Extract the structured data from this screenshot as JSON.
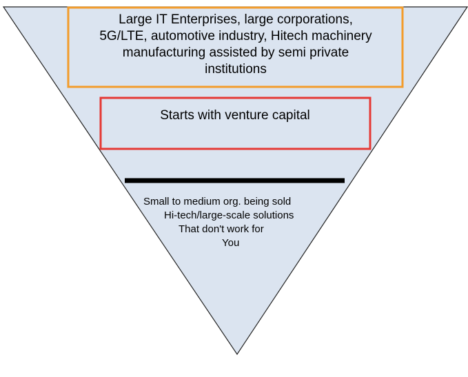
{
  "diagram": {
    "colors": {
      "triangle_fill": "#dbe4f0",
      "triangle_stroke": "#222222",
      "top_box_border": "#f39c2b",
      "mid_box_border": "#e53935",
      "divider": "#000000"
    },
    "top_box": {
      "lines": [
        "Large IT Enterprises, large corporations,",
        "5G/LTE, automotive industry, Hitech machinery",
        "manufacturing assisted by semi private",
        "institutions"
      ]
    },
    "mid_box": {
      "label": "Starts with venture capital"
    },
    "bottom_text": {
      "lines": [
        "Small to medium org. being sold",
        "Hi-tech/large-scale solutions",
        "That don't  work for",
        "You"
      ]
    }
  }
}
